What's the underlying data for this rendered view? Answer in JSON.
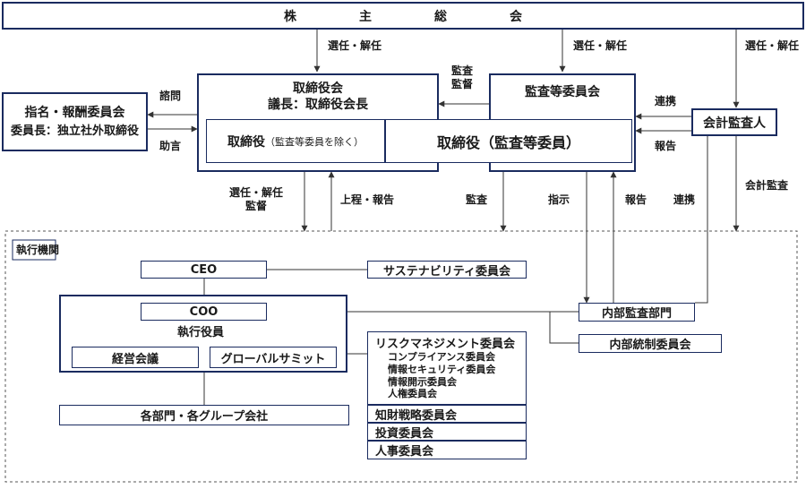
{
  "shareholders": {
    "label": "株　　　　　主　　　　　総　　　　　会"
  },
  "board": {
    "title": "取締役会",
    "chair": "議長：取締役会長",
    "exec_dir": "取締役",
    "exec_dir_note": "（監査等委員を除く）",
    "audit_dir": "取締役（監査等委員）"
  },
  "audit_committee": {
    "label": "監査等委員会"
  },
  "nomination": {
    "title": "指名・報酬委員会",
    "chair": "委員長：独立社外取締役"
  },
  "accounting_auditor": {
    "label": "会計監査人"
  },
  "exec": {
    "frame_label": "執行機関",
    "ceo": "CEO",
    "sustainability": "サステナビリティ委員会",
    "coo": "COO",
    "officers": "執行役員",
    "mgmt_meeting": "経営会議",
    "global_summit": "グローバルサミット",
    "divisions": "各部門・各グループ会社",
    "internal_audit": "内部監査部門",
    "internal_control": "内部統制委員会"
  },
  "committees": {
    "risk": "リスクマネジメント委員会",
    "risk_subs": [
      "コンプライアンス委員会",
      "情報セキュリティ委員会",
      "情報開示委員会",
      "人権委員会"
    ],
    "ip": "知財戦略委員会",
    "investment": "投資委員会",
    "hr": "人事委員会"
  },
  "arrows": {
    "elect1": "選任・解任",
    "elect2": "選任・解任",
    "elect3": "選任・解任",
    "audit_supervise_1": "監査",
    "audit_supervise_2": "監督",
    "consult": "諮問",
    "advise": "助言",
    "cooperate1": "連携",
    "report1": "報告",
    "board_elect": "選任・解任",
    "board_supervise": "監督",
    "submit_report": "上程・報告",
    "audit": "監査",
    "instruct": "指示",
    "report2": "報告",
    "cooperate2": "連携",
    "accounting_audit": "会計監査"
  }
}
